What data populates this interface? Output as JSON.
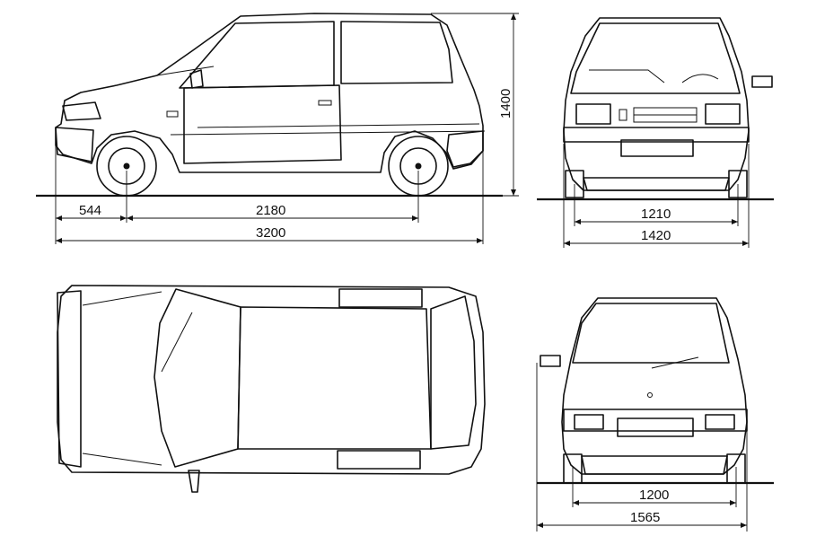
{
  "dimensions": {
    "front_overhang": "544",
    "wheelbase": "2180",
    "length": "3200",
    "height": "1400",
    "front_track": "1210",
    "width": "1420",
    "rear_track": "1200",
    "width_with_mirrors": "1565"
  },
  "colors": {
    "ink": "#111111",
    "paper": "#ffffff"
  }
}
